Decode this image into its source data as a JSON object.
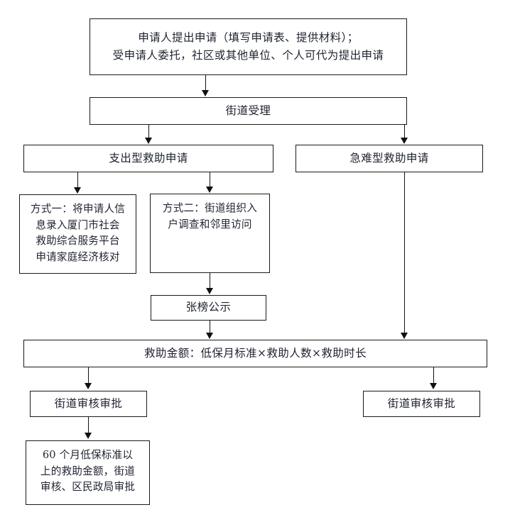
{
  "document": {
    "type": "flowchart",
    "title": "救助申请审批流程图",
    "orientation": "top-to-bottom",
    "text_color": "#1f2330",
    "line_color": "#111111",
    "background": "#ffffff"
  },
  "nodes": {
    "apply": {
      "line1": "申请人提出申请（填写申请表、提供材料）；",
      "line2": "受申请人委托，社区或其他单位、个人可代为提出申请"
    },
    "street_accept": {
      "line1": "街道受理"
    },
    "expenditure_type": {
      "line1": "支出型救助申请"
    },
    "emergency_type": {
      "line1": "急难型救助申请"
    },
    "method_one": {
      "line1": "方式一：将申请人信",
      "line2": "息录入厦门市社会",
      "line3": "救助综合服务平台",
      "line4": "申请家庭经济核对"
    },
    "method_two": {
      "line1": "方式二：街道组织入",
      "line2": "户调查和邻里访问"
    },
    "public_notice": {
      "line1": "张榜公示"
    },
    "amount_formula": {
      "line1": "救助金额：低保月标准×救助人数×救助时长"
    },
    "street_review_left": {
      "line1": "街道审核审批"
    },
    "street_review_right": {
      "line1": "街道审核审批"
    },
    "district_approval": {
      "line1": "60 个月低保标准以",
      "line2": "上的救助金额，街道",
      "line3": "审核、区民政局审批"
    }
  },
  "edges": [
    {
      "from": "apply",
      "to": "street_accept"
    },
    {
      "from": "street_accept",
      "to": "expenditure_type"
    },
    {
      "from": "street_accept",
      "to": "emergency_type"
    },
    {
      "from": "expenditure_type",
      "to": "method_one"
    },
    {
      "from": "expenditure_type",
      "to": "method_two"
    },
    {
      "from": "method_two",
      "to": "public_notice"
    },
    {
      "from": "public_notice",
      "to": "amount_formula"
    },
    {
      "from": "emergency_type",
      "to": "amount_formula"
    },
    {
      "from": "amount_formula",
      "to": "street_review_left"
    },
    {
      "from": "amount_formula",
      "to": "street_review_right"
    },
    {
      "from": "street_review_left",
      "to": "district_approval"
    }
  ]
}
